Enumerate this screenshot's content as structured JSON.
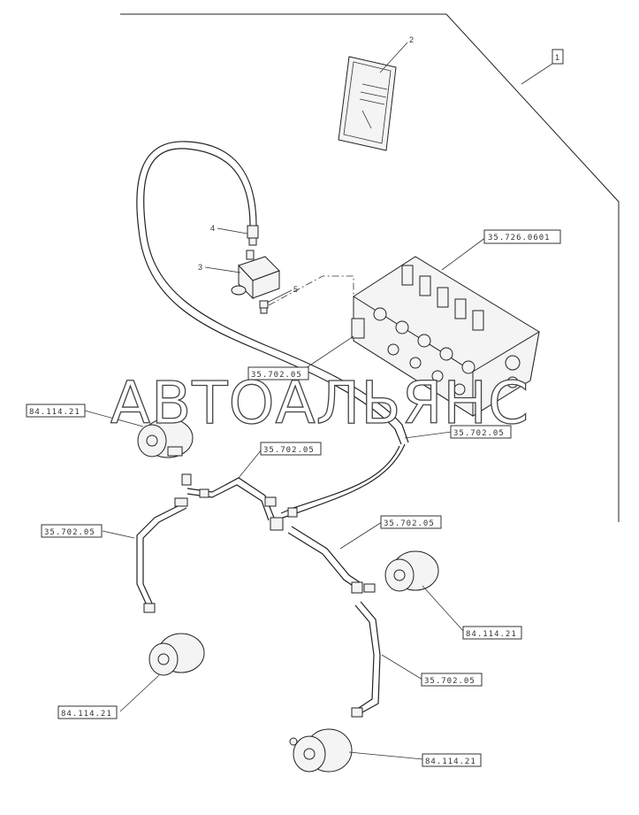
{
  "watermark": "АВТОАЛЬЯНС",
  "callouts": {
    "kit": "1",
    "item2": "2",
    "item3": "3",
    "item4": "4",
    "item5": "5"
  },
  "labels": {
    "control_valve": "35.726.0601",
    "ref_a": "35.702.05",
    "ref_b": "35.702.05",
    "ref_c": "35.702.05",
    "ref_d": "35.702.05",
    "ref_e": "35.702.05",
    "ref_f": "35.702.05",
    "actuator_a": "84.114.21",
    "actuator_b": "84.114.21",
    "actuator_c": "84.114.21",
    "actuator_d": "84.114.21"
  }
}
